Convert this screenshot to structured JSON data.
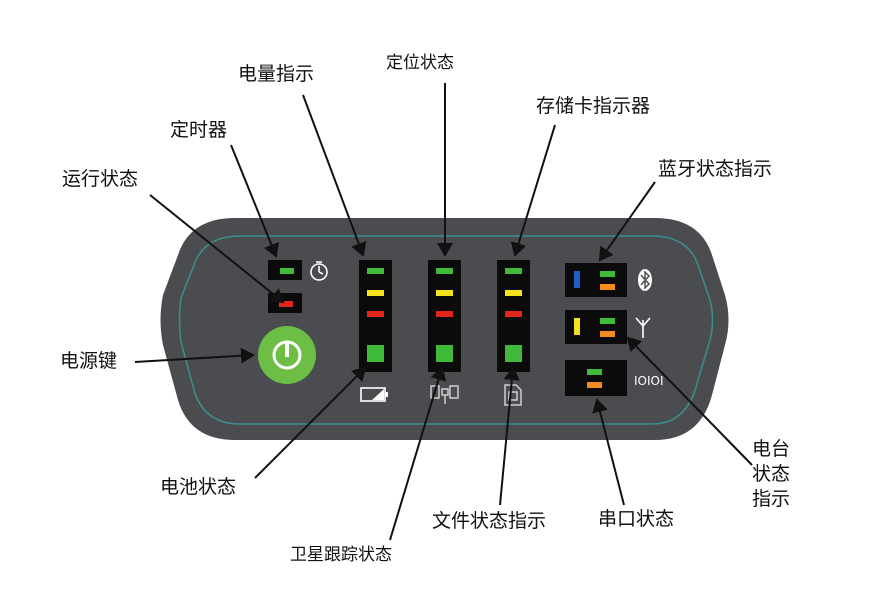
{
  "labels": {
    "battery_level": "电量指示",
    "position_status": "定位状态",
    "storage_card": "存储卡指示器",
    "timer": "定时器",
    "running_status": "运行状态",
    "bluetooth_status": "蓝牙状态指示",
    "power_key": "电源键",
    "battery_status": "电池状态",
    "file_status": "文件状态指示",
    "serial_status": "串口状态",
    "satellite_tracking": "卫星跟踪状态",
    "radio_line1": "电台",
    "radio_line2": "状态",
    "radio_line3": "指示"
  },
  "device_text": {
    "serial_icon_text": "IOIOI"
  },
  "colors": {
    "panel": "#4a4c50",
    "panel_outline": "#3a8f8f",
    "led_green": "#3fba3a",
    "led_yellow": "#f2e21f",
    "led_red": "#e1261c",
    "led_orange": "#f58a1f",
    "led_blue": "#1e5fc9",
    "power_button": "#6cbe45"
  }
}
